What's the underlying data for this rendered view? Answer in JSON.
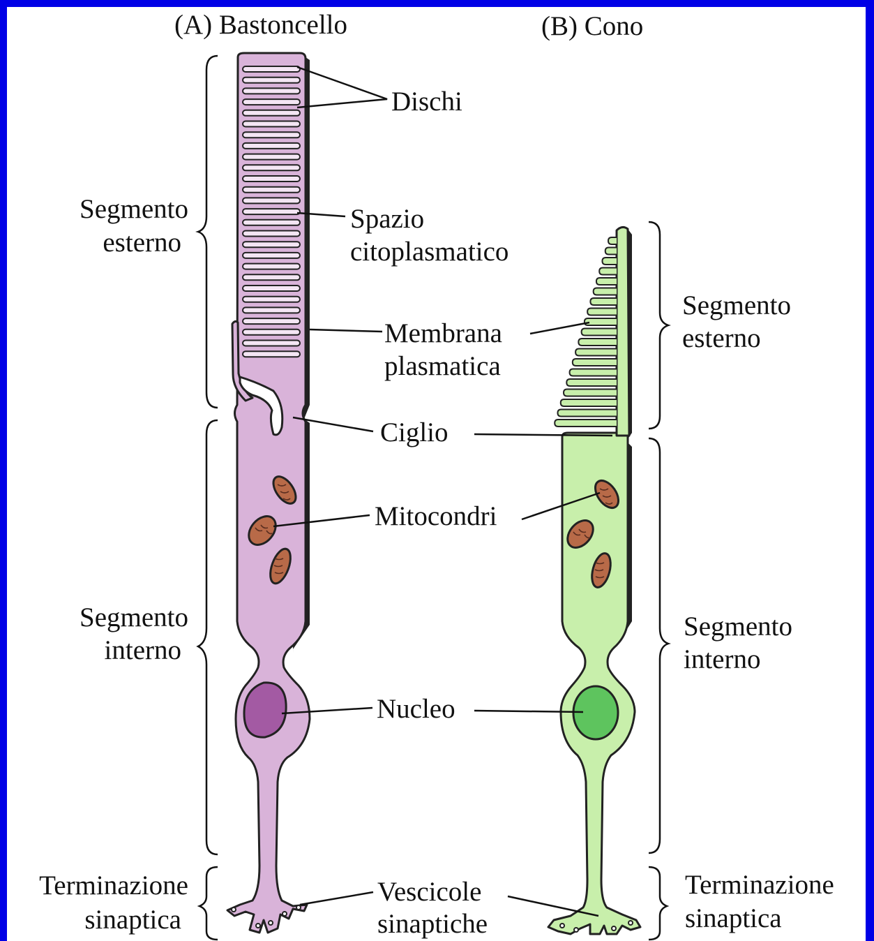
{
  "colors": {
    "frame": "#0000e6",
    "rod_fill": "#d9b3d9",
    "rod_nucleus": "#a35aa3",
    "cone_fill": "#c8efab",
    "cone_nucleus": "#5ec45e",
    "mitochondria": "#b86a48",
    "outline": "#222222"
  },
  "headings": {
    "rod": "(A)  Bastoncello",
    "cone": "(B)  Cono"
  },
  "labels": {
    "dischi": "Dischi",
    "spazio": [
      "Spazio",
      "citoplasmatico"
    ],
    "membrana": [
      "Membrana",
      "plasmatica"
    ],
    "ciglio": "Ciglio",
    "mitocondri": "Mitocondri",
    "nucleo": "Nucleo",
    "vescicole": [
      "Vescicole",
      "sinaptiche"
    ]
  },
  "left_brackets": {
    "outer": [
      "Segmento",
      "esterno"
    ],
    "inner": [
      "Segmento",
      "interno"
    ],
    "synaptic": [
      "Terminazione",
      "sinaptica"
    ]
  },
  "right_brackets": {
    "outer": [
      "Segmento",
      "esterno"
    ],
    "inner": [
      "Segmento",
      "interno"
    ],
    "synaptic": [
      "Terminazione",
      "sinaptica"
    ]
  }
}
